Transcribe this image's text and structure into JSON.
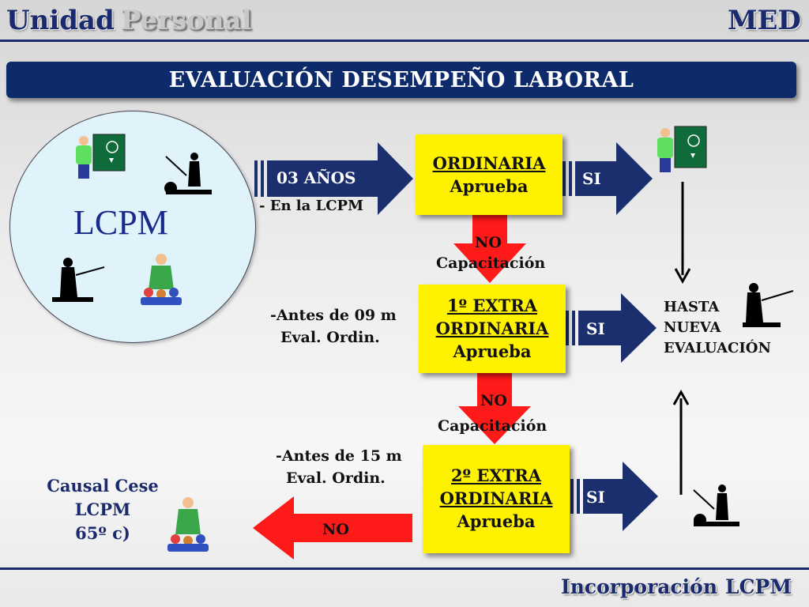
{
  "header": {
    "brand_word1": "Unidad",
    "brand_word2": "Personal",
    "brand_right": "MED"
  },
  "title": "EVALUACIÓN  DESEMPEÑO LABORAL",
  "circle": {
    "label": "LCPM"
  },
  "steps": [
    {
      "line1": "ORDINARIA",
      "line2": "Aprueba"
    },
    {
      "line1": "1º EXTRA",
      "line2": "ORDINARIA",
      "line3": "Aprueba"
    },
    {
      "line1": "2º EXTRA",
      "line2": "ORDINARIA",
      "line3": "Aprueba"
    }
  ],
  "arrows": {
    "entry": "03 AÑOS",
    "entry_sub": "- En la LCPM",
    "si": "SI",
    "no": "NO",
    "capacitacion": "Capacitación"
  },
  "notes": {
    "note1_line1": "-Antes de 09 m",
    "note1_line2": "Eval. Ordin.",
    "note2_line1": "-Antes de 15 m",
    "note2_line2": "Eval. Ordin."
  },
  "outcome": {
    "line1": "HASTA",
    "line2": "NUEVA",
    "line3": "EVALUACIÓN"
  },
  "cese": {
    "line1": "Causal Cese",
    "line2": "LCPM",
    "line3": "65º c)"
  },
  "footer": {
    "word1": "Incorporación",
    "word2": "LCPM"
  },
  "colors": {
    "navy": "#1a2a6c",
    "banner": "#0d2a6b",
    "yellow": "#fff200",
    "red": "#ff1a1a",
    "arrow_navy": "#1b2f6e"
  },
  "icons": [
    "teacher-chalkboard-icon",
    "lecturer-silhouette-icon",
    "speaker-audience-icon"
  ]
}
